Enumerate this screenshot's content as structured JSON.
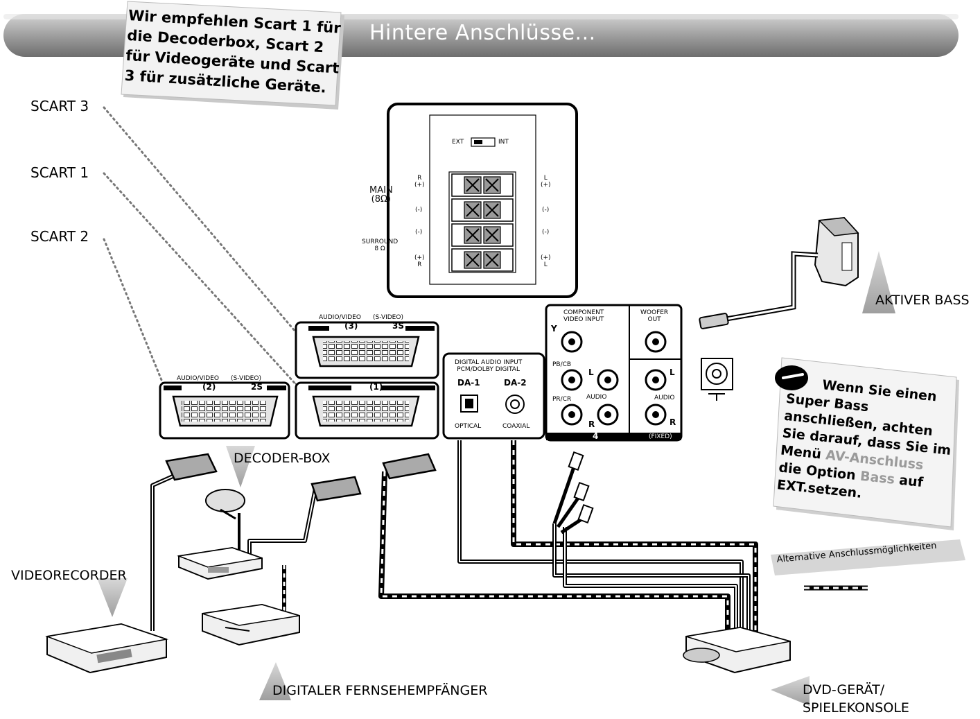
{
  "header": {
    "title": "Hintere Anschlüsse...",
    "note": "Wir empfehlen Scart 1 für die Decoderbox, Scart 2 für Videogeräte und Scart 3 für zusätzliche Geräte."
  },
  "scart_labels": {
    "scart3": "SCART 3",
    "scart1": "SCART 1",
    "scart2": "SCART 2"
  },
  "speaker_panel": {
    "ext": "EXT",
    "int": "INT",
    "r_plus": "R\n(+)",
    "l_plus": "L\n(+)",
    "minus": "(-)",
    "main": "MAIN\n(8Ω)",
    "surround": "SURROUND\n8 Ω",
    "plus_r": "(+)\nR",
    "plus_l": "(+)\nL"
  },
  "ports": {
    "av3": "AUDIO/VIDEO",
    "sv3": "(S-VIDEO)",
    "av3_num": "(3)",
    "sv3_num": "3S",
    "av1_num": "(1)",
    "av2": "AUDIO/VIDEO",
    "sv2": "(S-VIDEO)",
    "av2_num": "(2)",
    "sv2_num": "2S",
    "digital_title": "DIGITAL AUDIO INPUT\nPCM/DOLBY DIGITAL",
    "da1": "DA-1",
    "da2": "DA-2",
    "optical": "OPTICAL",
    "coaxial": "COAXIAL",
    "component": "COMPONENT\nVIDEO INPUT",
    "y": "Y",
    "pb": "PB/CB",
    "pr": "PR/CR",
    "audio": "AUDIO",
    "l": "L",
    "r": "R",
    "input4": "4",
    "woofer": "WOOFER\nOUT",
    "fixed": "(FIXED)"
  },
  "devices": {
    "aktiver_bass": "AKTIVER BASS",
    "decoder_box": "DECODER-BOX",
    "videorecorder": "VIDEORECORDER",
    "digital_receiver": "DIGITALER FERNSEHEMPFÄNGER",
    "dvd": "DVD-GERÄT/\nSPIELEKONSOLE"
  },
  "note_right": {
    "line1": "Wenn Sie einen",
    "line2": "Super Bass",
    "line3": "anschließen, achten",
    "line4": "Sie darauf, dass Sie im",
    "line5a": "Menü ",
    "line5b": "AV-Anschluss",
    "line6a": "die Option ",
    "line6b": "Bass",
    "line6c": " auf",
    "line7": "EXT.setzen."
  },
  "legend": {
    "alternative": "Alternative Anschlussmöglichkeiten"
  }
}
